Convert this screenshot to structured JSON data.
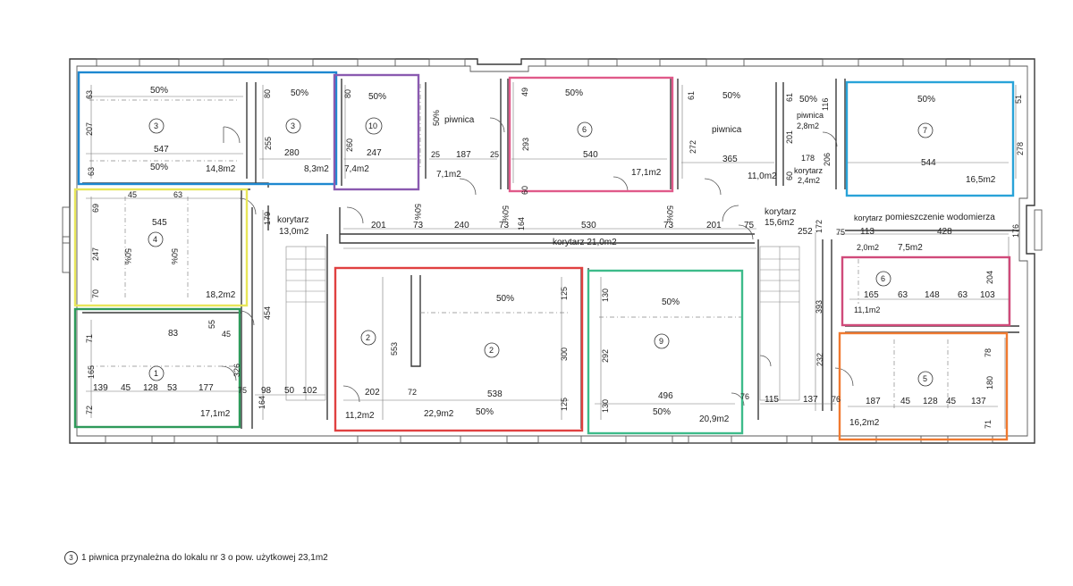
{
  "rooms": [
    {
      "id": "3a",
      "num": "3",
      "area": "14,8m2",
      "dims": [
        "547",
        "207",
        "63",
        "63"
      ],
      "ratio_top": "50%",
      "ratio_bot": "50%",
      "color": "#1e88d0"
    },
    {
      "id": "3b",
      "num": "3",
      "area": "8,3m2",
      "dims": [
        "280",
        "255",
        "80"
      ],
      "ratio_top": "50%",
      "color": "#1e88d0"
    },
    {
      "id": "10",
      "num": "10",
      "area": "7,4m2",
      "dims": [
        "247",
        "260",
        "80"
      ],
      "ratio_top": "50%",
      "color": "#8a5ab0"
    },
    {
      "id": "piwnica1",
      "label": "piwnica",
      "area": "7,1m2",
      "dims": [
        "187",
        "25",
        "25"
      ],
      "ratio_side": "50%"
    },
    {
      "id": "6a",
      "num": "6",
      "area": "17,1m2",
      "dims": [
        "540",
        "293",
        "49",
        "60"
      ],
      "ratio_top": "50%",
      "color": "#e05a8a"
    },
    {
      "id": "piwnica2",
      "label": "piwnica",
      "area": "11,0m2",
      "dims": [
        "365",
        "272",
        "61"
      ],
      "ratio_top": "50%"
    },
    {
      "id": "piwnica3",
      "label": "piwnica",
      "area": "2,8m2",
      "dims": [
        "201",
        "61",
        "116"
      ],
      "ratio_top": "50%"
    },
    {
      "id": "korytarz_small",
      "label": "korytarz",
      "area": "2,4m2",
      "dims": [
        "178",
        "206",
        "60"
      ]
    },
    {
      "id": "7",
      "num": "7",
      "area": "16,5m2",
      "dims": [
        "544",
        "278",
        "51"
      ],
      "ratio_top": "50%",
      "color": "#29a3d8"
    },
    {
      "id": "4",
      "num": "4",
      "area": "18,2m2",
      "dims": [
        "545",
        "247",
        "45",
        "63",
        "69",
        "70"
      ],
      "ratio_a": "50%",
      "ratio_b": "50%",
      "color": "#e8e65a"
    },
    {
      "id": "korytarz1",
      "label": "korytarz",
      "area": "13,0m2",
      "dims": [
        "179",
        "454"
      ]
    },
    {
      "id": "korytarz2",
      "label": "korytarz 21,0m2",
      "dims": [
        "201",
        "73",
        "240",
        "73",
        "164",
        "530",
        "73",
        "201",
        "75"
      ],
      "ratios": [
        "50%",
        "50%",
        "50%"
      ]
    },
    {
      "id": "korytarz3",
      "label": "korytarz",
      "area": "15,6m2",
      "dims": [
        "252",
        "172",
        "393"
      ]
    },
    {
      "id": "wodomierz",
      "label": "pomieszczenie wodomierza",
      "area": "7,5m2",
      "dims": [
        "113",
        "428",
        "176"
      ]
    },
    {
      "id": "korytarz4",
      "label": "korytarz",
      "area": "2,0m2",
      "dims": [
        "75"
      ]
    },
    {
      "id": "6b",
      "num": "6",
      "area": "11,1m2",
      "dims": [
        "165",
        "63",
        "148",
        "63",
        "103",
        "204"
      ],
      "color": "#d04a7a"
    },
    {
      "id": "1",
      "num": "1",
      "area": "17,1m2",
      "dims": [
        "139",
        "45",
        "128",
        "53",
        "177",
        "71",
        "83",
        "55",
        "45",
        "165",
        "72",
        "326",
        "75"
      ],
      "color": "#2e9a5a"
    },
    {
      "id": "2a",
      "num": "2",
      "area": "11,2m2",
      "dims": [
        "202",
        "553",
        "98",
        "50",
        "102",
        "164"
      ],
      "color": "#e04040"
    },
    {
      "id": "2b",
      "num": "2",
      "area": "22,9m2",
      "dims": [
        "538",
        "125",
        "300",
        "125",
        "72"
      ],
      "ratio_top": "50%",
      "ratio_bot": "50%",
      "color": "#e04040"
    },
    {
      "id": "9",
      "num": "9",
      "area": "20,9m2",
      "dims": [
        "496",
        "130",
        "292",
        "130",
        "76"
      ],
      "ratio_top": "50%",
      "ratio_bot": "50%",
      "color": "#3dbb8a"
    },
    {
      "id": "5",
      "num": "5",
      "area": "16,2m2",
      "dims": [
        "187",
        "45",
        "128",
        "45",
        "137",
        "78",
        "180",
        "71",
        "76",
        "115",
        "137",
        "232"
      ],
      "color": "#f07a30"
    }
  ],
  "legend": {
    "num": "3",
    "text": "1 piwnica przynależna do lokalu nr  3  o pow. użytkowej  23,1m2"
  }
}
